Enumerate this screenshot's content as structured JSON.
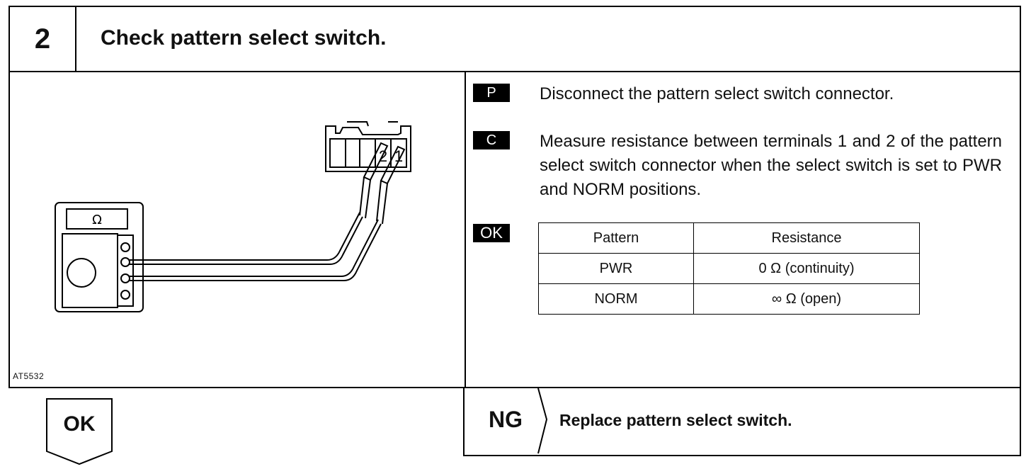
{
  "header": {
    "step_number": "2",
    "title": "Check pattern select switch."
  },
  "figure": {
    "code": "AT5532",
    "meter_symbol": "Ω",
    "terminal_2": "2",
    "terminal_1": "1"
  },
  "instructions": [
    {
      "badge": "P",
      "text": "Disconnect the pattern select switch connector."
    },
    {
      "badge": "C",
      "text": "Measure resistance between terminals 1 and 2 of the pattern select switch connector when the select switch is set to PWR and NORM positions."
    },
    {
      "badge": "OK",
      "text": ""
    }
  ],
  "spec_table": {
    "headers": [
      "Pattern",
      "Resistance"
    ],
    "rows": [
      [
        "PWR",
        "0 Ω (continuity)"
      ],
      [
        "NORM",
        "∞ Ω (open)"
      ]
    ]
  },
  "outcome": {
    "ok_label": "OK",
    "ng_label": "NG",
    "ng_action": "Replace pattern select switch."
  }
}
